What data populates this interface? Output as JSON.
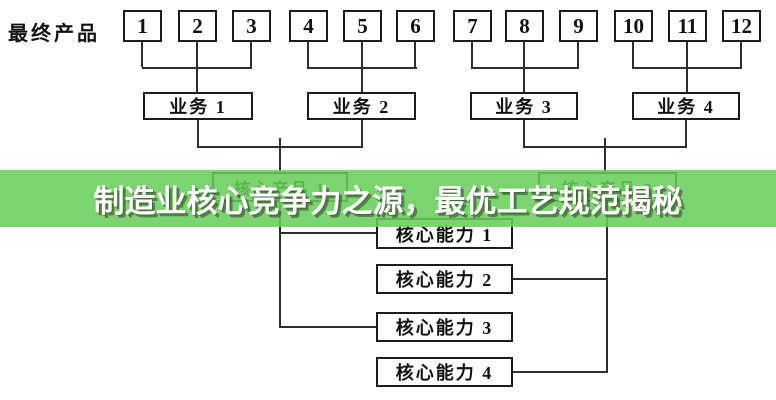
{
  "page": {
    "background_color": "#ffffff",
    "line_color": "#2e2e2e"
  },
  "banner": {
    "text": "制造业核心竞争力之源，最优工艺规范揭秘",
    "background_color": "#68ce5c",
    "text_color": "#ffffff"
  },
  "diagram": {
    "final_product_label": "最终产品",
    "products": [
      "1",
      "2",
      "3",
      "4",
      "5",
      "6",
      "7",
      "8",
      "9",
      "10",
      "11",
      "12"
    ],
    "businesses": [
      "业务 1",
      "业务 2",
      "业务 3",
      "业务 4"
    ],
    "core_products": [
      "核心产品 1",
      "核心产品 2"
    ],
    "core_capabilities": [
      "核心能力 1",
      "核心能力 2",
      "核心能力 3",
      "核心能力 4"
    ]
  }
}
